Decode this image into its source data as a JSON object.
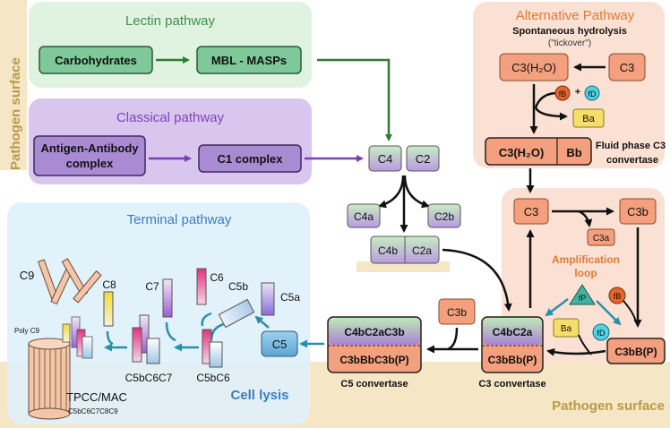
{
  "pathogen_surface_left": "Pathogen surface",
  "pathogen_surface_bottom": "Pathogen surface",
  "lectin": {
    "title": "Lectin pathway",
    "carbohydrates": "Carbohydrates",
    "mbl": "MBL - MASPs"
  },
  "classical": {
    "title": "Classical pathway",
    "antigen_line1": "Antigen-Antibody",
    "antigen_line2": "complex",
    "c1": "C1 complex"
  },
  "alternative": {
    "title": "Alternative Pathway",
    "subtitle": "Spontaneous hydrolysis",
    "tickover": "(\"tickover\")",
    "c3h2o": "C3(H₂O)",
    "c3": "C3",
    "fb": "fB",
    "plus": "+",
    "fd": "fD",
    "ba": "Ba",
    "c3h2o_bb_left": "C3(H₂O)",
    "c3h2o_bb_right": "Bb",
    "fluid_line1": "Fluid phase C3",
    "fluid_line2": "convertase"
  },
  "middle": {
    "c4": "C4",
    "c2": "C2",
    "c4a": "C4a",
    "c2b": "C2b",
    "c4b": "C4b",
    "c2a": "C2a"
  },
  "amplification": {
    "c3": "C3",
    "c3b": "C3b",
    "c3a": "C3a",
    "label_line1": "Amplification",
    "label_line2": "loop",
    "fp": "fP",
    "fb": "fB",
    "ba": "Ba",
    "fd": "fD",
    "c3bbp": "C3bB(P)"
  },
  "convertases": {
    "c3b": "C3b",
    "c5_top": "C4bC2aC3b",
    "c5_bottom": "C3bBbC3b(P)",
    "c5_label": "C5 convertase",
    "c3_top": "C4bC2a",
    "c3_bottom": "C3bBb(P)",
    "c3_label": "C3 convertase"
  },
  "terminal": {
    "title": "Terminal pathway",
    "c9": "C9",
    "c8": "C8",
    "c7": "C7",
    "c6": "C6",
    "c5b": "C5b",
    "c5a": "C5a",
    "c5": "C5",
    "poly_c9": "Poly C9",
    "c5bc6c7": "C5bC6C7",
    "c5bc6": "C5bC6",
    "cell_lysis": "Cell lysis",
    "tpcc": "TPCC/MAC",
    "tpcc_sub": "C5bC6C7C8C9"
  },
  "colors": {
    "lectin_bg": "#dff3e0",
    "lectin_box": "#7fc89a",
    "lectin_arrow": "#2e7d32",
    "classical_bg": "#d9c6ef",
    "classical_box": "#a98bd3",
    "classical_arrow": "#7b3fb5",
    "alternative_bg": "#fbe1d4",
    "salmon": "#f4a07e",
    "orange_title": "#e07a35",
    "terminal_bg": "#dff1fa",
    "terminal_title": "#3a7dc0",
    "teal_arrow": "#2b8fa8",
    "surface_band": "#f5e6c5",
    "surface_text": "#b89a4a",
    "ba_yellow": "#f5df6a",
    "fd_cyan": "#4fd2e6",
    "fb_orange": "#e8642a",
    "fp_teal": "#3fb59f"
  }
}
